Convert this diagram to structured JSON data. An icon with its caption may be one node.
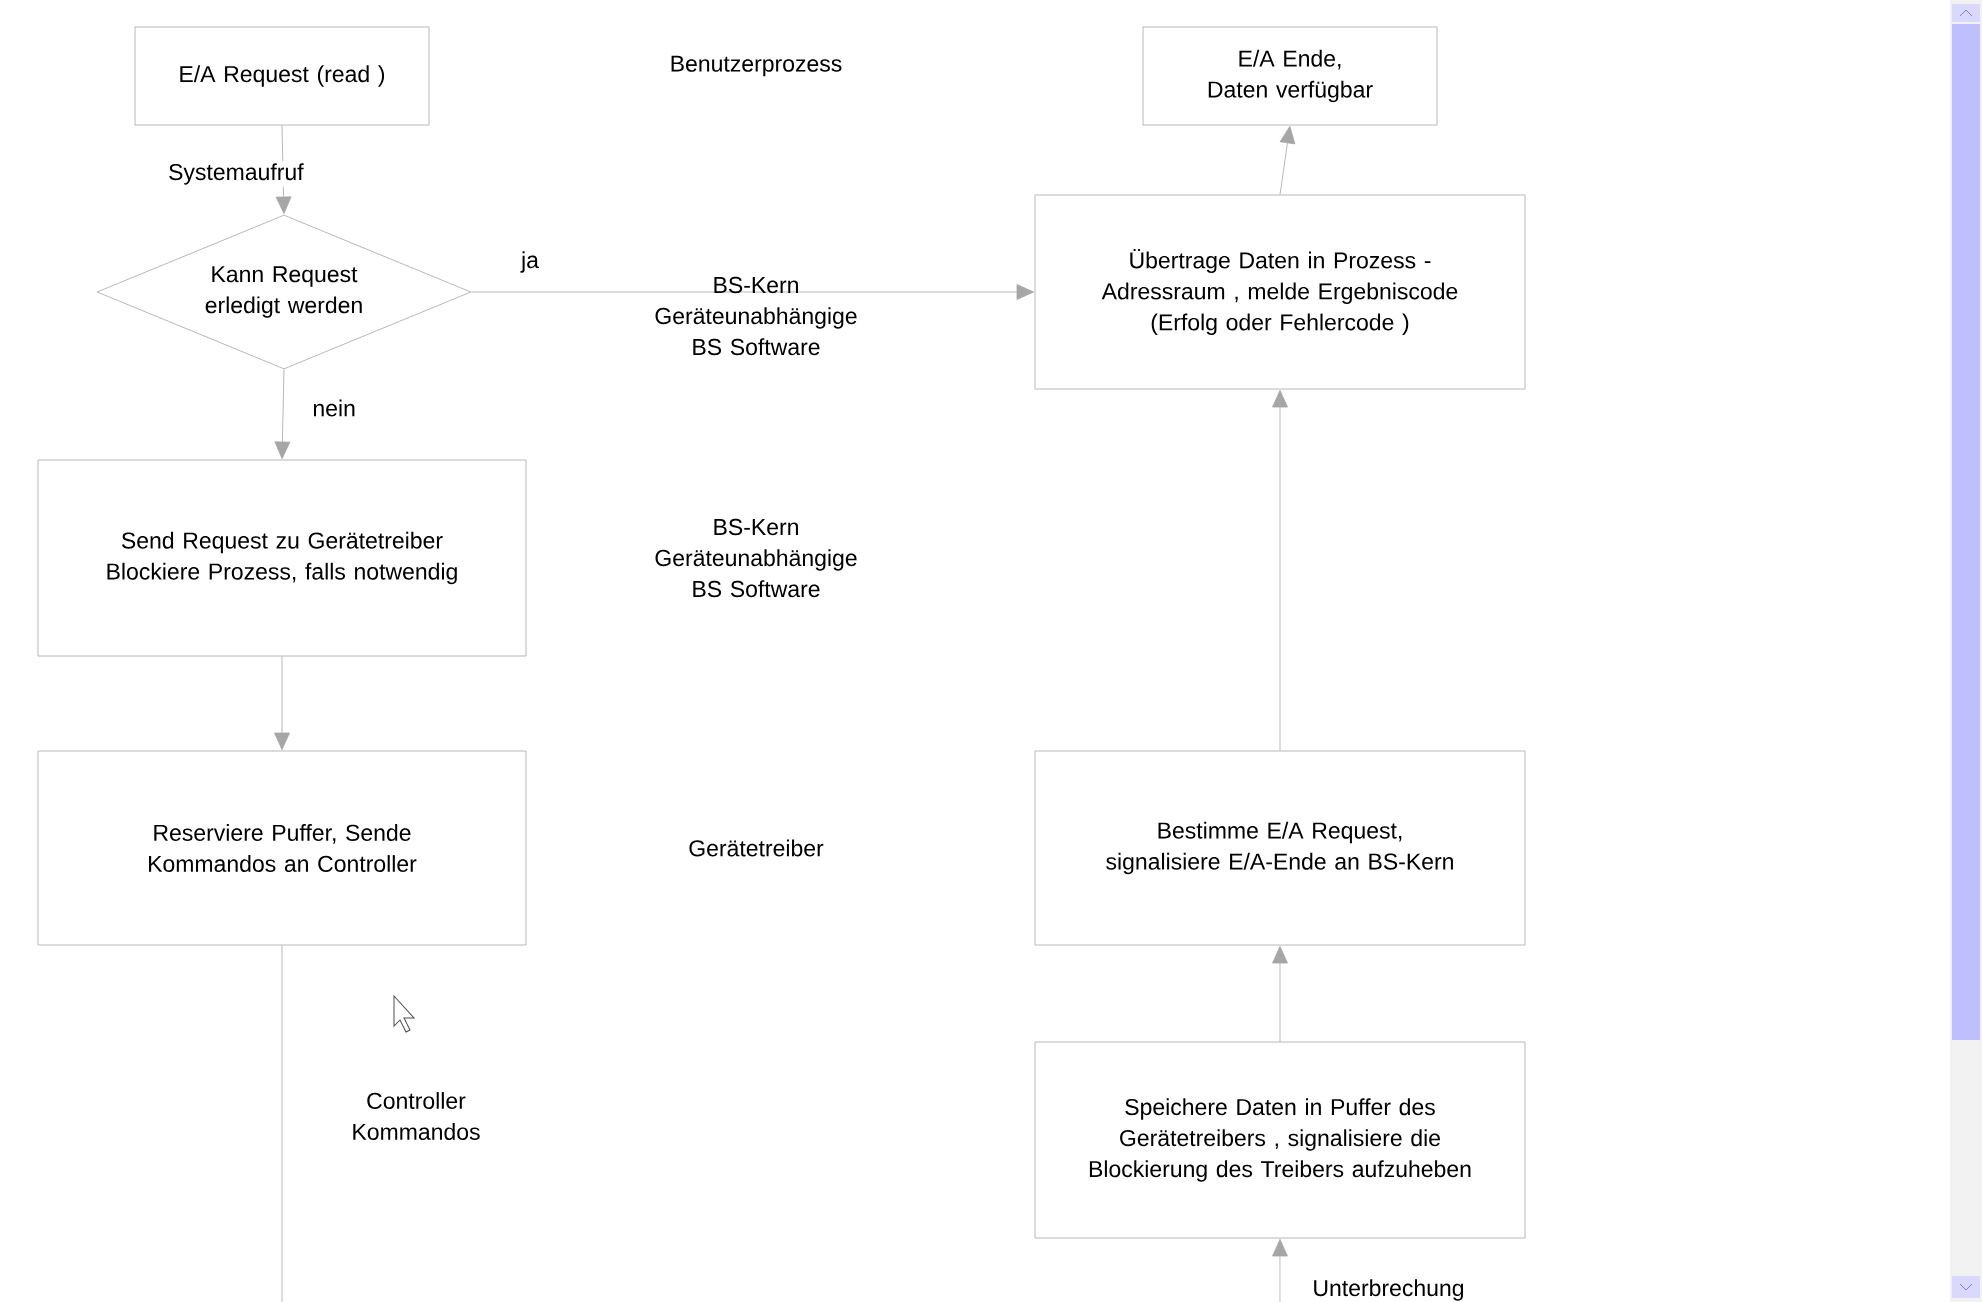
{
  "diagram": {
    "nodes": [
      {
        "text": [
          "E/A Request (read )"
        ]
      },
      {
        "text": [
          "Kann Request erledigt werden"
        ]
      },
      {
        "text": [
          "Send Request zu Gerätetreiber Blockiere Prozess, falls notwendig"
        ]
      },
      {
        "text": [
          "Reserviere Puffer, Sende Kommandos an Controller"
        ]
      },
      {
        "text": [
          "E/A Ende, Daten verfügbar"
        ]
      },
      {
        "text": [
          "Übertrage Daten in Prozess - Adressraum , melde Ergebniscode (Erfolg oder Fehlercode )"
        ]
      },
      {
        "text": [
          "Bestimme E/A Request, signalisiere E/A-Ende an BS-Kern"
        ]
      },
      {
        "text": [
          "Speichere Daten in Puffer des Gerätetreibers , signalisiere die Blockierung des Treibers aufzuheben"
        ]
      }
    ],
    "edges": [
      {
        "from": 0,
        "to": 1,
        "arrow": "to",
        "label": "Systemaufruf"
      },
      {
        "from": 1,
        "to": 5,
        "arrow": "to",
        "label": "ja"
      },
      {
        "from": 1,
        "to": 2,
        "arrow": "to",
        "label": "nein"
      },
      {
        "from": 2,
        "to": 3,
        "arrow": "to"
      },
      {
        "from": 3,
        "to": null,
        "arrow": "none",
        "label": "Controller Kommandos"
      },
      {
        "from": 6,
        "to": 5,
        "arrow": "to"
      },
      {
        "from": 5,
        "to": 4,
        "arrow": "to"
      },
      {
        "from": 7,
        "to": 6,
        "arrow": "to"
      },
      {
        "from": null,
        "to": 7,
        "arrow": "to",
        "label": "Unterbrechung"
      }
    ],
    "labels": [
      "Benutzerprozess",
      "BS-Kern Geräteunabhängige BS Software",
      "BS-Kern Geräteunabhängige BS Software",
      "Gerätetreiber"
    ]
  }
}
